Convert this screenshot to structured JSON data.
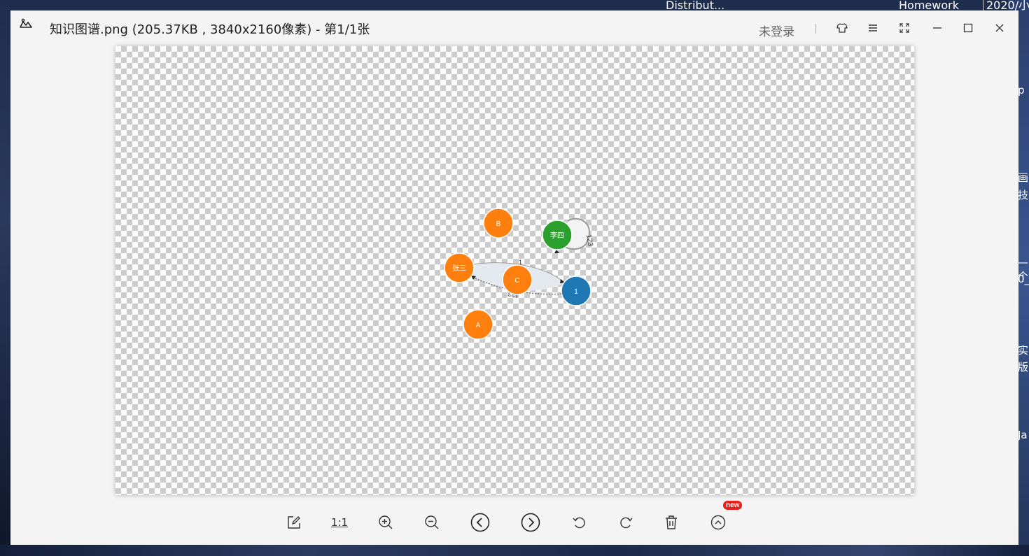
{
  "desktop": {
    "tabs": [
      "Distribut...",
      "Homework",
      "2020/小"
    ],
    "side_texts": [
      "p",
      "画“",
      "技",
      "—个",
      "0_",
      "实",
      "版",
      "Ja"
    ]
  },
  "window": {
    "title": "知识图谱.png (205.37KB , 3840x2160像素) - 第1/1张",
    "login_label": "未登录",
    "icons": [
      "skin-icon",
      "menu-icon",
      "fullscreen-icon",
      "minimize-icon",
      "maximize-icon",
      "close-icon"
    ]
  },
  "graph": {
    "nodes": [
      {
        "id": "B",
        "label": "B",
        "color": "#ff7f0e"
      },
      {
        "id": "李四",
        "label": "李四",
        "color": "#2ca02c"
      },
      {
        "id": "张三",
        "label": "张三",
        "color": "#ff7f0e"
      },
      {
        "id": "C",
        "label": "C",
        "color": "#ff7f0e"
      },
      {
        "id": "1",
        "label": "1",
        "color": "#1f77b4"
      },
      {
        "id": "A",
        "label": "A",
        "color": "#ff7f0e"
      }
    ],
    "edges": [
      {
        "from": "李四",
        "to": "李四",
        "label": "123"
      },
      {
        "from": "张三",
        "to": "1",
        "label": "1"
      },
      {
        "from": "1",
        "to": "张三",
        "label": "123"
      }
    ]
  },
  "toolbar": {
    "items": [
      {
        "name": "edit-icon"
      },
      {
        "name": "actual-size-button",
        "text": "1:1"
      },
      {
        "name": "zoom-in-icon"
      },
      {
        "name": "zoom-out-icon"
      },
      {
        "name": "previous-icon"
      },
      {
        "name": "next-icon"
      },
      {
        "name": "rotate-left-icon"
      },
      {
        "name": "rotate-right-icon"
      },
      {
        "name": "delete-icon"
      },
      {
        "name": "more-icon"
      }
    ],
    "badge": "new"
  }
}
